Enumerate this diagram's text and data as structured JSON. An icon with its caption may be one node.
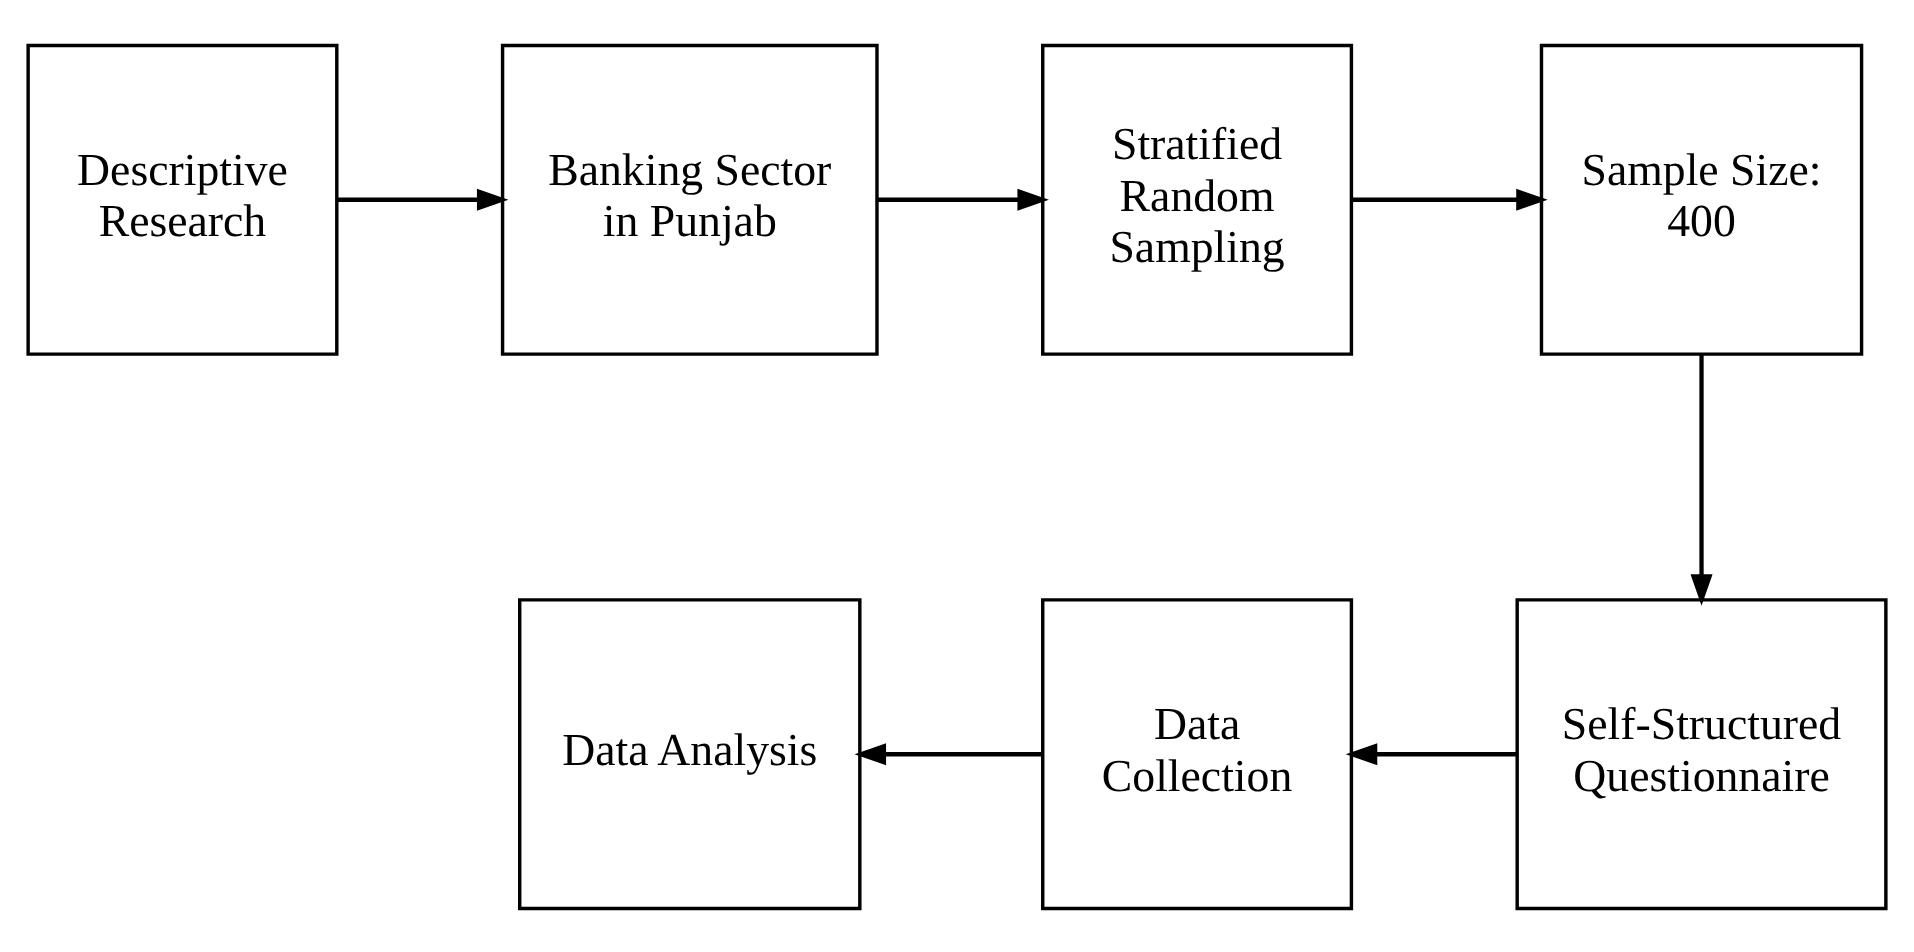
{
  "diagram": {
    "nodes": [
      {
        "text": [
          "Descriptive Research"
        ]
      },
      {
        "text": [
          "Banking Sector in Punjab"
        ]
      },
      {
        "text": [
          "Stratified Random Sampling"
        ]
      },
      {
        "text": [
          "Sample Size: 400"
        ]
      },
      {
        "text": [
          "Self-Structured Questionnaire"
        ]
      },
      {
        "text": [
          "Data Collection"
        ]
      },
      {
        "text": [
          "Data Analysis"
        ]
      }
    ],
    "edges": [
      {
        "from": 0,
        "to": 1,
        "arrow": "to"
      },
      {
        "from": 1,
        "to": 2,
        "arrow": "to"
      },
      {
        "from": 2,
        "to": 3,
        "arrow": "to"
      },
      {
        "from": 3,
        "to": 4,
        "arrow": "to"
      },
      {
        "from": 4,
        "to": 5,
        "arrow": "to"
      },
      {
        "from": 5,
        "to": 6,
        "arrow": "to"
      }
    ]
  }
}
